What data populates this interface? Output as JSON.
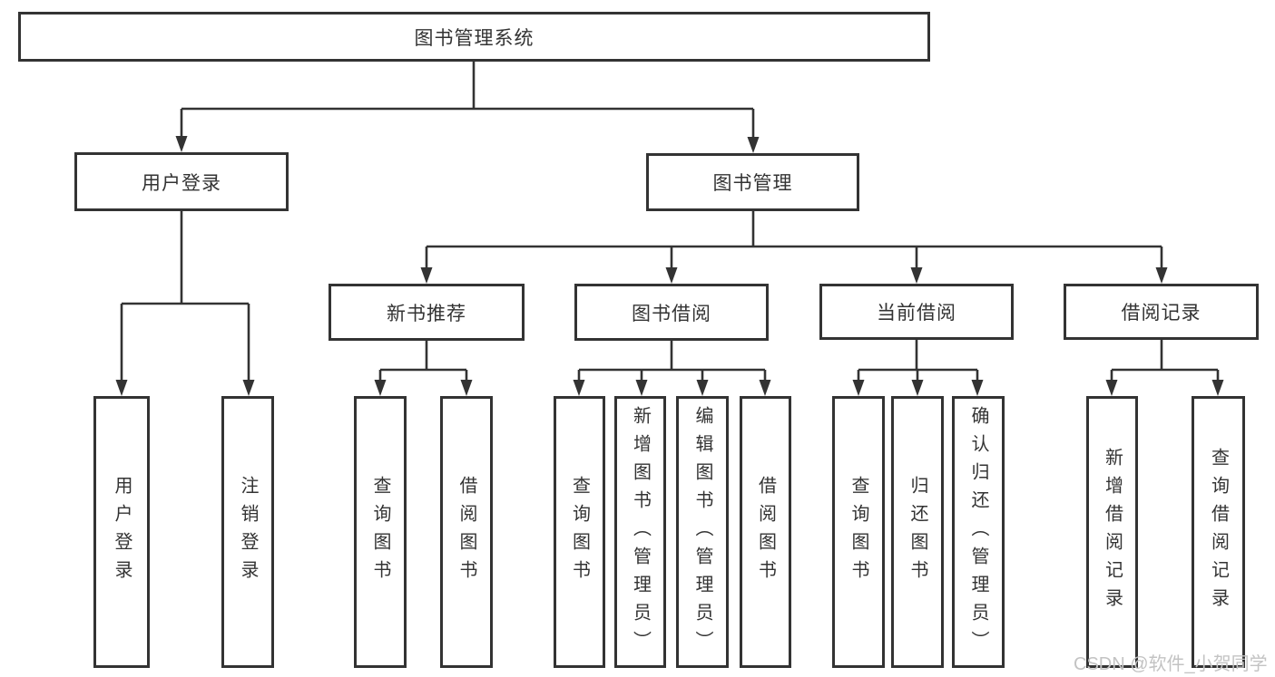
{
  "colors": {
    "line": "#333333",
    "box_bg": "#ffffff",
    "watermark": "#c3c3c3"
  },
  "nodes": {
    "root": {
      "label": "图书管理系统"
    },
    "level2": [
      {
        "label": "用户登录"
      },
      {
        "label": "图书管理"
      }
    ],
    "level3": [
      {
        "label": "新书推荐",
        "parent": "图书管理"
      },
      {
        "label": "图书借阅",
        "parent": "图书管理"
      },
      {
        "label": "当前借阅",
        "parent": "图书管理"
      },
      {
        "label": "借阅记录",
        "parent": "图书管理"
      }
    ],
    "leaves": [
      {
        "label": "用户登录",
        "parent": "用户登录"
      },
      {
        "label": "注销登录",
        "parent": "用户登录"
      },
      {
        "label": "查询图书",
        "parent": "新书推荐"
      },
      {
        "label": "借阅图书",
        "parent": "新书推荐"
      },
      {
        "label": "查询图书",
        "parent": "图书借阅"
      },
      {
        "label": "新增图书（管理员）",
        "parent": "图书借阅"
      },
      {
        "label": "编辑图书（管理员）",
        "parent": "图书借阅"
      },
      {
        "label": "借阅图书",
        "parent": "图书借阅"
      },
      {
        "label": "查询图书",
        "parent": "当前借阅"
      },
      {
        "label": "归还图书",
        "parent": "当前借阅"
      },
      {
        "label": "确认归还（管理员）",
        "parent": "当前借阅"
      },
      {
        "label": "新增借阅记录",
        "parent": "借阅记录"
      },
      {
        "label": "查询借阅记录",
        "parent": "借阅记录"
      }
    ]
  },
  "watermark": {
    "text": "CSDN @软件_小贺同学"
  }
}
